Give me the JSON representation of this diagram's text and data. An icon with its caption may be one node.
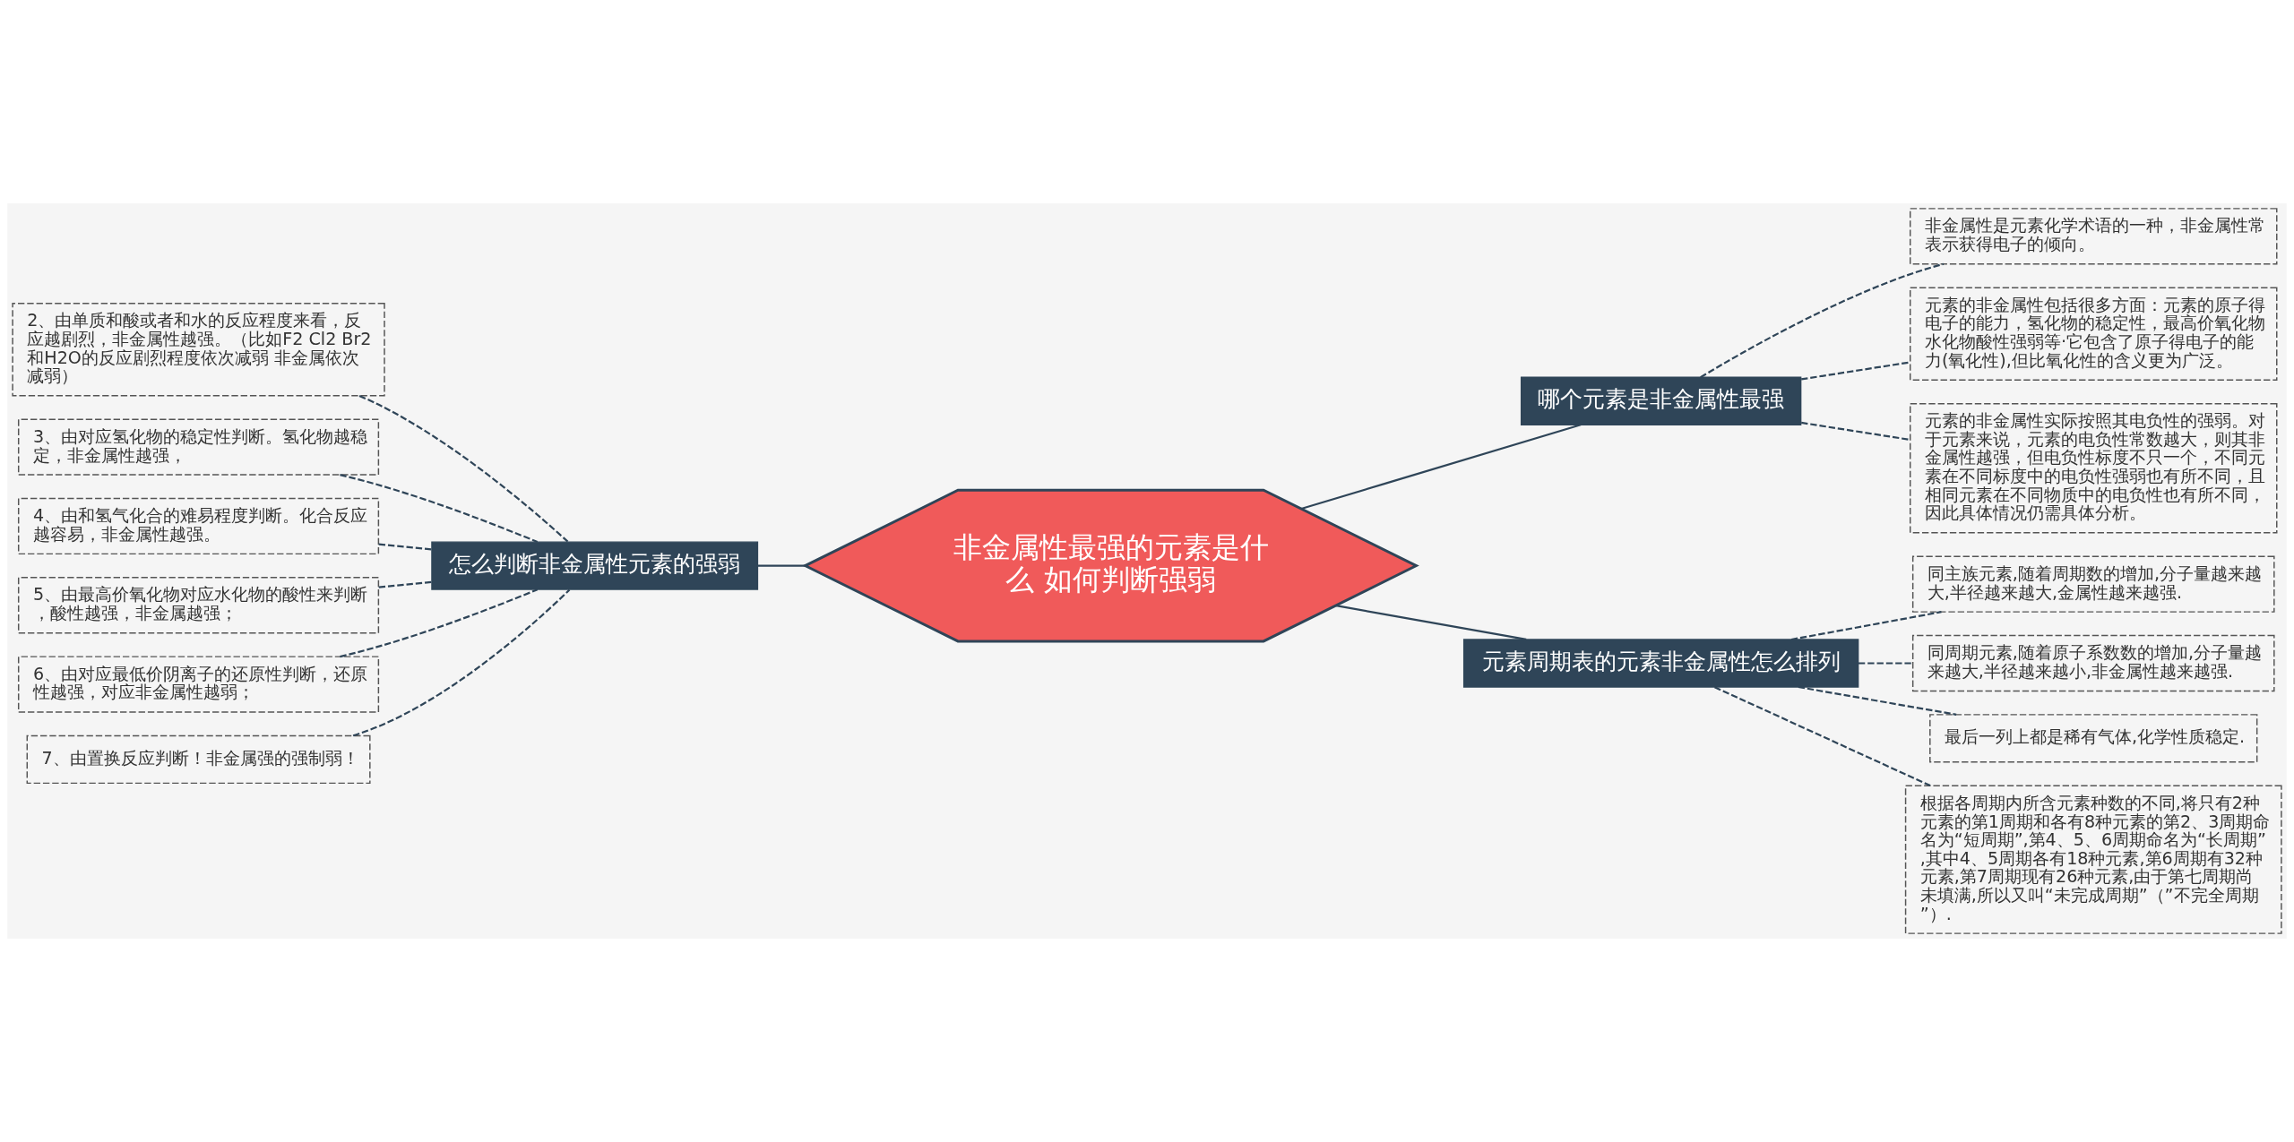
{
  "diagram": {
    "nodes": [
      {
        "text": [
          "非金属性最强的元素是什么 如何判断强弱"
        ]
      },
      {
        "text": [
          "怎么判断非金属性元素的强弱"
        ]
      },
      {
        "text": [
          "2、由单质和酸或者和水的反应程度来看，反应越剧烈，非金属性越强。（比如F2 Cl2 Br2 和H2O的反应剧烈程度依次减弱 非金属依次减弱）"
        ]
      },
      {
        "text": [
          "3、由对应氢化物的稳定性判断。氢化物越稳定，非金属性越强，"
        ]
      },
      {
        "text": [
          "4、由和氢气化合的难易程度判断。化合反应越容易，非金属性越强。"
        ]
      },
      {
        "text": [
          "5、由最高价氧化物对应水化物的酸性来判断，酸性越强，非金属越强；"
        ]
      },
      {
        "text": [
          "6、由对应最低价阴离子的还原性判断，还原性越强，对应非金属性越弱；"
        ]
      },
      {
        "text": [
          "7、由置换反应判断！非金属强的强制弱！"
        ]
      },
      {
        "text": [
          "哪个元素是非金属性最强"
        ]
      },
      {
        "text": [
          "非金属性是元素化学术语的一种，非金属性常表示获得电子的倾向。"
        ]
      },
      {
        "text": [
          "元素的非金属性包括很多方面：元素的原子得电子的能力，氢化物的稳定性，最高价氧化物水化物酸性强弱等·它包含了原子得电子的能力(氧化性),但比氧化性的含义更为广泛。"
        ]
      },
      {
        "text": [
          "元素的非金属性实际按照其电负性的强弱。对于元素来说，元素的电负性常数越大，则其非金属性越强，但电负性标度不只一个，不同元素在不同标度中的电负性强弱也有所不同，且相同元素在不同物质中的电负性也有所不同，因此具体情况仍需具体分析。"
        ]
      },
      {
        "text": [
          "元素周期表的元素非金属性怎么排列"
        ]
      },
      {
        "text": [
          "同主族元素,随着周期数的增加,分子量越来越大,半径越来越大,金属性越来越强."
        ]
      },
      {
        "text": [
          "同周期元素,随着原子系数数的增加,分子量越来越大,半径越来越小,非金属性越来越强."
        ]
      },
      {
        "text": [
          "最后一列上都是稀有气体,化学性质稳定."
        ]
      },
      {
        "text": [
          "根据各周期内所含元素种数的不同,将只有2种元素的第1周期和各有8种元素的第2、3周期命名为“短周期”,第4、5、6周期命名为“长周期”,其中4、5周期各有18种元素,第6周期有32种元素,第7周期现有26种元素,由于第七周期尚未填满,所以又叫“未完成周期”（”不完全周期”）."
        ]
      }
    ],
    "edges": [
      {
        "from": 0,
        "to": 1,
        "arrow": "none"
      },
      {
        "from": 1,
        "to": 2,
        "arrow": "none",
        "style": "dashed"
      },
      {
        "from": 1,
        "to": 3,
        "arrow": "none",
        "style": "dashed"
      },
      {
        "from": 1,
        "to": 4,
        "arrow": "none",
        "style": "dashed"
      },
      {
        "from": 1,
        "to": 5,
        "arrow": "none",
        "style": "dashed"
      },
      {
        "from": 1,
        "to": 6,
        "arrow": "none",
        "style": "dashed"
      },
      {
        "from": 1,
        "to": 7,
        "arrow": "none",
        "style": "dashed"
      },
      {
        "from": 0,
        "to": 8,
        "arrow": "none"
      },
      {
        "from": 8,
        "to": 9,
        "arrow": "none",
        "style": "dashed"
      },
      {
        "from": 8,
        "to": 10,
        "arrow": "none",
        "style": "dashed"
      },
      {
        "from": 8,
        "to": 11,
        "arrow": "none",
        "style": "dashed"
      },
      {
        "from": 0,
        "to": 12,
        "arrow": "none"
      },
      {
        "from": 12,
        "to": 13,
        "arrow": "none",
        "style": "dashed"
      },
      {
        "from": 12,
        "to": 14,
        "arrow": "none",
        "style": "dashed"
      },
      {
        "from": 12,
        "to": 15,
        "arrow": "none",
        "style": "dashed"
      },
      {
        "from": 12,
        "to": 16,
        "arrow": "none",
        "style": "dashed"
      }
    ]
  }
}
